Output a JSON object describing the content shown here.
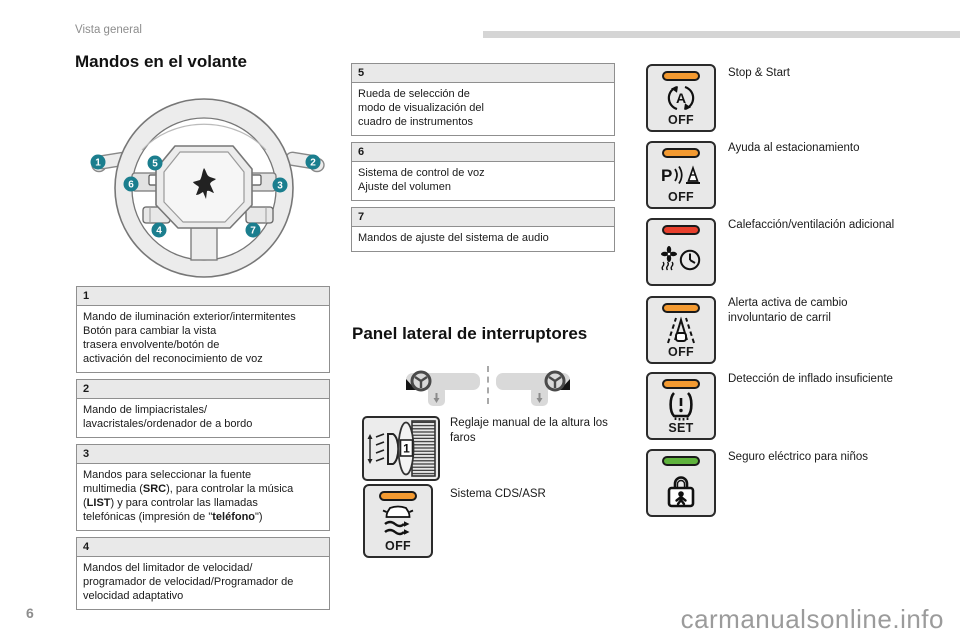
{
  "colors": {
    "callout_teal": "#1b7e8e",
    "led_orange": "#f39a31",
    "led_red": "#e8402d",
    "led_green": "#5fb33d",
    "table_header_gray": "#e9e9e9",
    "top_bar_gray": "#d5d5d5",
    "muted_text_gray": "#8d8d8d"
  },
  "header": {
    "breadcrumb": "Vista general"
  },
  "steering": {
    "title": "Mandos en el volante",
    "callouts": [
      "1",
      "2",
      "3",
      "4",
      "5",
      "6",
      "7"
    ]
  },
  "wheel_tables": {
    "t1": {
      "num": "1",
      "lines": [
        "Mando de iluminación exterior/intermitentes",
        "Botón para cambiar la vista",
        "trasera envolvente/botón de",
        "activación del reconocimiento de voz"
      ]
    },
    "t2": {
      "num": "2",
      "lines": [
        "Mando de limpiacristales/",
        "lavacristales/ordenador de a bordo"
      ]
    },
    "t3": {
      "num": "3",
      "l1": "Mandos para seleccionar la fuente",
      "l2a": "multimedia (",
      "l2b": "SRC",
      "l2c": "), para controlar la música",
      "l3a": "(",
      "l3b": "LIST",
      "l3c": ") y para controlar las llamadas",
      "l4a": "telefónicas (impresión de \"",
      "l4b": "teléfono",
      "l4c": "\")"
    },
    "t4": {
      "num": "4",
      "lines": [
        "Mandos del limitador de velocidad/",
        "programador de velocidad/Programador de",
        "velocidad adaptativo"
      ]
    },
    "t5": {
      "num": "5",
      "lines": [
        "Rueda de selección de",
        "modo de visualización del",
        "cuadro de instrumentos"
      ]
    },
    "t6": {
      "num": "6",
      "lines": [
        "Sistema de control de voz",
        "Ajuste del volumen"
      ]
    },
    "t7": {
      "num": "7",
      "lines": [
        "Mandos de ajuste del sistema de audio"
      ]
    }
  },
  "panel": {
    "title": "Panel lateral de interruptores",
    "headlight": {
      "icon": "headlight-leveling-icon",
      "label": "Reglaje manual de la altura los faros",
      "dial_number": "1"
    },
    "cds": {
      "icon": "esp-asr-icon",
      "label": "Sistema CDS/ASR",
      "off_text": "OFF"
    }
  },
  "switches": [
    {
      "icon": "stop-start-icon",
      "icon_letter": "A",
      "label": "Stop & Start",
      "sub": "OFF",
      "led": "#f39a31"
    },
    {
      "icon": "parking-assist-icon",
      "icon_letter": "P",
      "label": "Ayuda al estacionamiento",
      "sub": "OFF",
      "led": "#f39a31"
    },
    {
      "icon": "extra-heating-icon",
      "label": "Calefacción/ventilación adicional",
      "sub": "",
      "led": "#e8402d"
    },
    {
      "icon": "lane-departure-icon",
      "label": "Alerta activa de cambio involuntario de carril",
      "sub": "OFF",
      "led": "#f39a31"
    },
    {
      "icon": "tire-pressure-icon",
      "label": "Detección de inflado insuficiente",
      "sub": "SET",
      "led": "#f39a31"
    },
    {
      "icon": "child-lock-icon",
      "label": "Seguro eléctrico para niños",
      "sub": "",
      "led": "#5fb33d"
    }
  ],
  "footer": {
    "page_number": "6",
    "watermark": "carmanualsonline.info"
  }
}
